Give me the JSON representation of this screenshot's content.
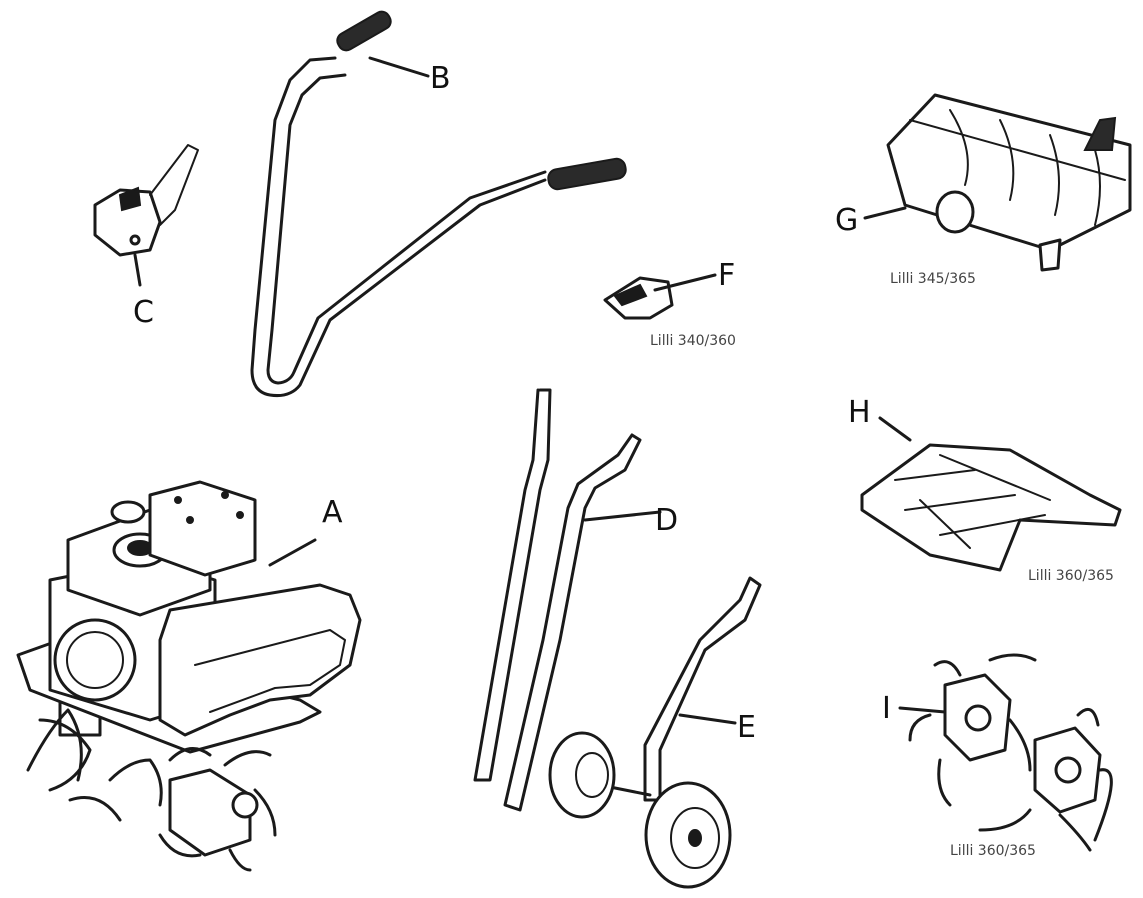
{
  "parts": [
    {
      "letter": "A"
    },
    {
      "letter": "B"
    },
    {
      "letter": "C"
    },
    {
      "letter": "D"
    },
    {
      "letter": "E"
    },
    {
      "letter": "F",
      "model": "Lilli 340/360"
    },
    {
      "letter": "G",
      "model": "Lilli 345/365"
    },
    {
      "letter": "H",
      "model": "Lilli 360/365"
    },
    {
      "letter": "I",
      "model": "Lilli 360/365"
    }
  ]
}
